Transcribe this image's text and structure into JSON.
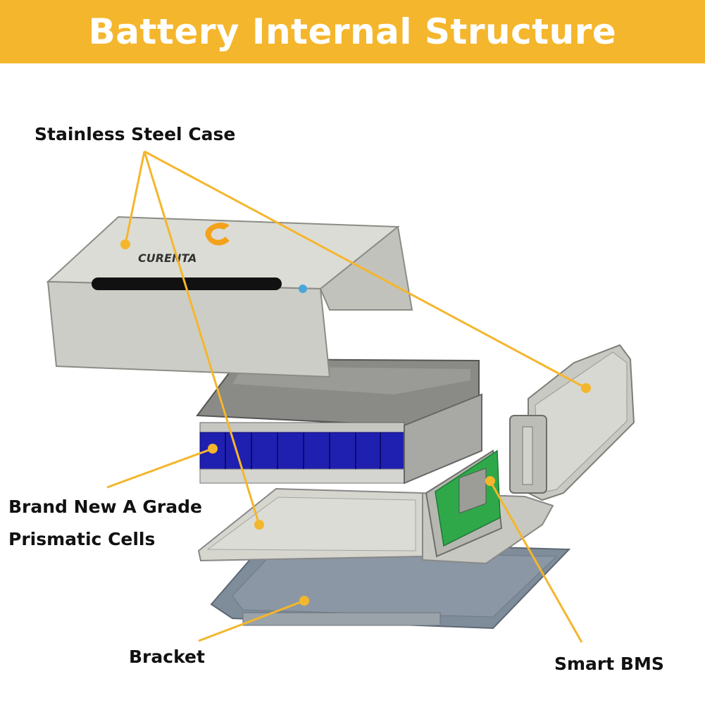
{
  "header": {
    "title": "Battery Internal Structure",
    "background": "#f4b62c"
  },
  "callouts": {
    "case": "Stainless Steel Case",
    "cells_line1": "Brand New A Grade",
    "cells_line2": "Prismatic Cells",
    "bracket": "Bracket",
    "bms": "Smart BMS"
  },
  "branding": {
    "logo_text": "CURENTA"
  },
  "colors": {
    "leader": "#f4b62c",
    "steel": "#d8d8d4",
    "cells": "#1f1fb0",
    "pcb": "#2fa84a",
    "bracket": "#7f8c9a"
  }
}
